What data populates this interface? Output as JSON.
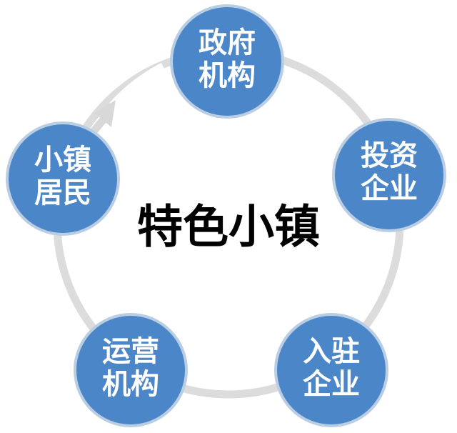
{
  "center_title": "特色小镇",
  "colors": {
    "node_fill": "#4a86c8",
    "node_shadow": "#b9cde3",
    "ring": "#dcdcdc",
    "arrow": "#d8d8d8",
    "title": "#000000"
  },
  "nodes": [
    {
      "id": "government",
      "line1": "政府",
      "line2": "机构"
    },
    {
      "id": "investor",
      "line1": "投资",
      "line2": "企业"
    },
    {
      "id": "resident-enterprise",
      "line1": "入驻",
      "line2": "企业"
    },
    {
      "id": "operator",
      "line1": "运营",
      "line2": "机构"
    },
    {
      "id": "townspeople",
      "line1": "小镇",
      "line2": "居民"
    }
  ]
}
